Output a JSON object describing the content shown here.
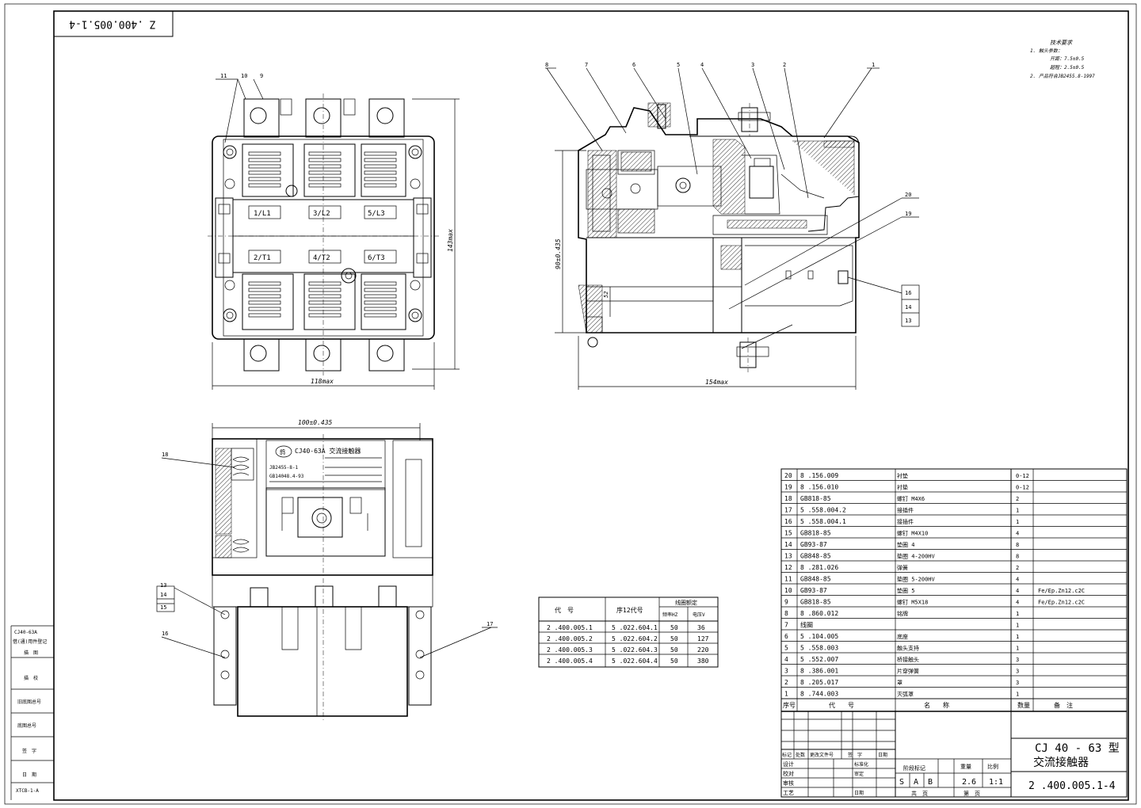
{
  "title_stamp": "Z .400.005.1-4",
  "notes": {
    "heading": "技术要求",
    "lines": [
      "1. 触头参数：",
      "开距：7.5±0.5",
      "超程：2.5±0.5",
      "2. 产品符合JB2455.8-1997"
    ]
  },
  "front_view": {
    "terminals_top": [
      "1/L1",
      "3/L2",
      "5/L3"
    ],
    "terminals_bottom": [
      "2/T1",
      "4/T2",
      "6/T3"
    ],
    "callouts": [
      "11",
      "10",
      "9"
    ],
    "dim_width": "118max",
    "dim_height": "143max"
  },
  "side_view": {
    "callouts_top": [
      "8",
      "7",
      "6",
      "5",
      "4",
      "3",
      "2",
      "1"
    ],
    "callouts_right": [
      "20",
      "19",
      "16",
      "14",
      "13"
    ],
    "dim_width": "154max",
    "dim_height": "90±0.435",
    "dim_small": "52"
  },
  "bottom_view": {
    "dim_top": "100±0.435",
    "nameplate_title": "CJ40-63A 交流接触器",
    "nameplate_brand": "鸽",
    "nameplate_std": [
      "JB2455-8-1",
      "GB14048.4-93"
    ],
    "callouts_left": [
      "18",
      "13",
      "14",
      "15",
      "16"
    ],
    "callouts_right": [
      "17"
    ]
  },
  "variants_table": {
    "headers": [
      "代　号",
      "序12代号",
      "线圈额定"
    ],
    "subheaders": [
      "频率HZ",
      "电压V"
    ],
    "rows": [
      [
        "2 .400.005.1",
        "5 .022.604.1",
        "50",
        "36"
      ],
      [
        "2 .400.005.2",
        "5 .022.604.2",
        "50",
        "127"
      ],
      [
        "2 .400.005.3",
        "5 .022.604.3",
        "50",
        "220"
      ],
      [
        "2 .400.005.4",
        "5 .022.604.4",
        "50",
        "380"
      ]
    ]
  },
  "parts_list": {
    "rows": [
      [
        "20",
        "8 .156.009",
        "衬垫",
        "0-12",
        ""
      ],
      [
        "19",
        "8 .156.010",
        "衬垫",
        "0-12",
        ""
      ],
      [
        "18",
        "GB818-85",
        "螺钉 M4X6",
        "2",
        ""
      ],
      [
        "17",
        "5 .558.004.2",
        "接插件",
        "1",
        ""
      ],
      [
        "16",
        "5 .558.004.1",
        "接插件",
        "1",
        ""
      ],
      [
        "15",
        "GB818-85",
        "螺钉 M4X10",
        "4",
        ""
      ],
      [
        "14",
        "GB93-87",
        "垫圈 4",
        "8",
        ""
      ],
      [
        "13",
        "GB848-85",
        "垫圈 4-200HV",
        "8",
        ""
      ],
      [
        "12",
        "8 .281.026",
        "弹簧",
        "2",
        ""
      ],
      [
        "11",
        "GB848-85",
        "垫圈 5-200HV",
        "4",
        ""
      ],
      [
        "10",
        "GB93-87",
        "垫圈 5",
        "4",
        "Fe/Ep.Zn12.c2C"
      ],
      [
        "9",
        "GB818-85",
        "螺钉 M5X18",
        "4",
        "Fe/Ep.Zn12.c2C"
      ],
      [
        "8",
        "8 .860.012",
        "铭牌",
        "1",
        ""
      ],
      [
        "7",
        "线圈",
        "",
        "1",
        ""
      ],
      [
        "6",
        "5 .104.005",
        "底座",
        "1",
        ""
      ],
      [
        "5",
        "5 .558.003",
        "触头支持",
        "1",
        ""
      ],
      [
        "4",
        "5 .552.007",
        "桥接触头",
        "3",
        ""
      ],
      [
        "3",
        "8 .386.001",
        "片穿弹簧",
        "3",
        ""
      ],
      [
        "2",
        "8 .205.017",
        "罩",
        "3",
        ""
      ],
      [
        "1",
        "8 .744.003",
        "灭弧罩",
        "1",
        ""
      ]
    ],
    "header": [
      "序号",
      "代　　号",
      "名　　称",
      "数量",
      "备　注"
    ]
  },
  "title_block": {
    "product_line1": "CJ 40 - 63 型",
    "product_line2": "交流接触器",
    "drawing_no": "2 .400.005.1-4",
    "stage": "阶段标记",
    "weight_label": "重量",
    "scale_label": "比例",
    "sab": [
      "S",
      "A",
      "B"
    ],
    "weight": "2.6",
    "scale": "1:1",
    "sheet_total": "共　页",
    "sheet_no": "第　页",
    "rows_left": [
      "标记",
      "处数",
      "更改文件号",
      "签　字",
      "日期"
    ],
    "roles": [
      "设计",
      "校对",
      "审核",
      "工艺"
    ],
    "roles_right": [
      "标准化",
      "审定",
      "日期"
    ]
  },
  "left_strip": {
    "labels": [
      "CJ40-63A",
      "借(通)用件登记",
      "旧底图总号",
      "底图总号",
      "签　字",
      "日　期",
      "描　图",
      "描　校"
    ],
    "bottom": "XTCB-1-A"
  }
}
